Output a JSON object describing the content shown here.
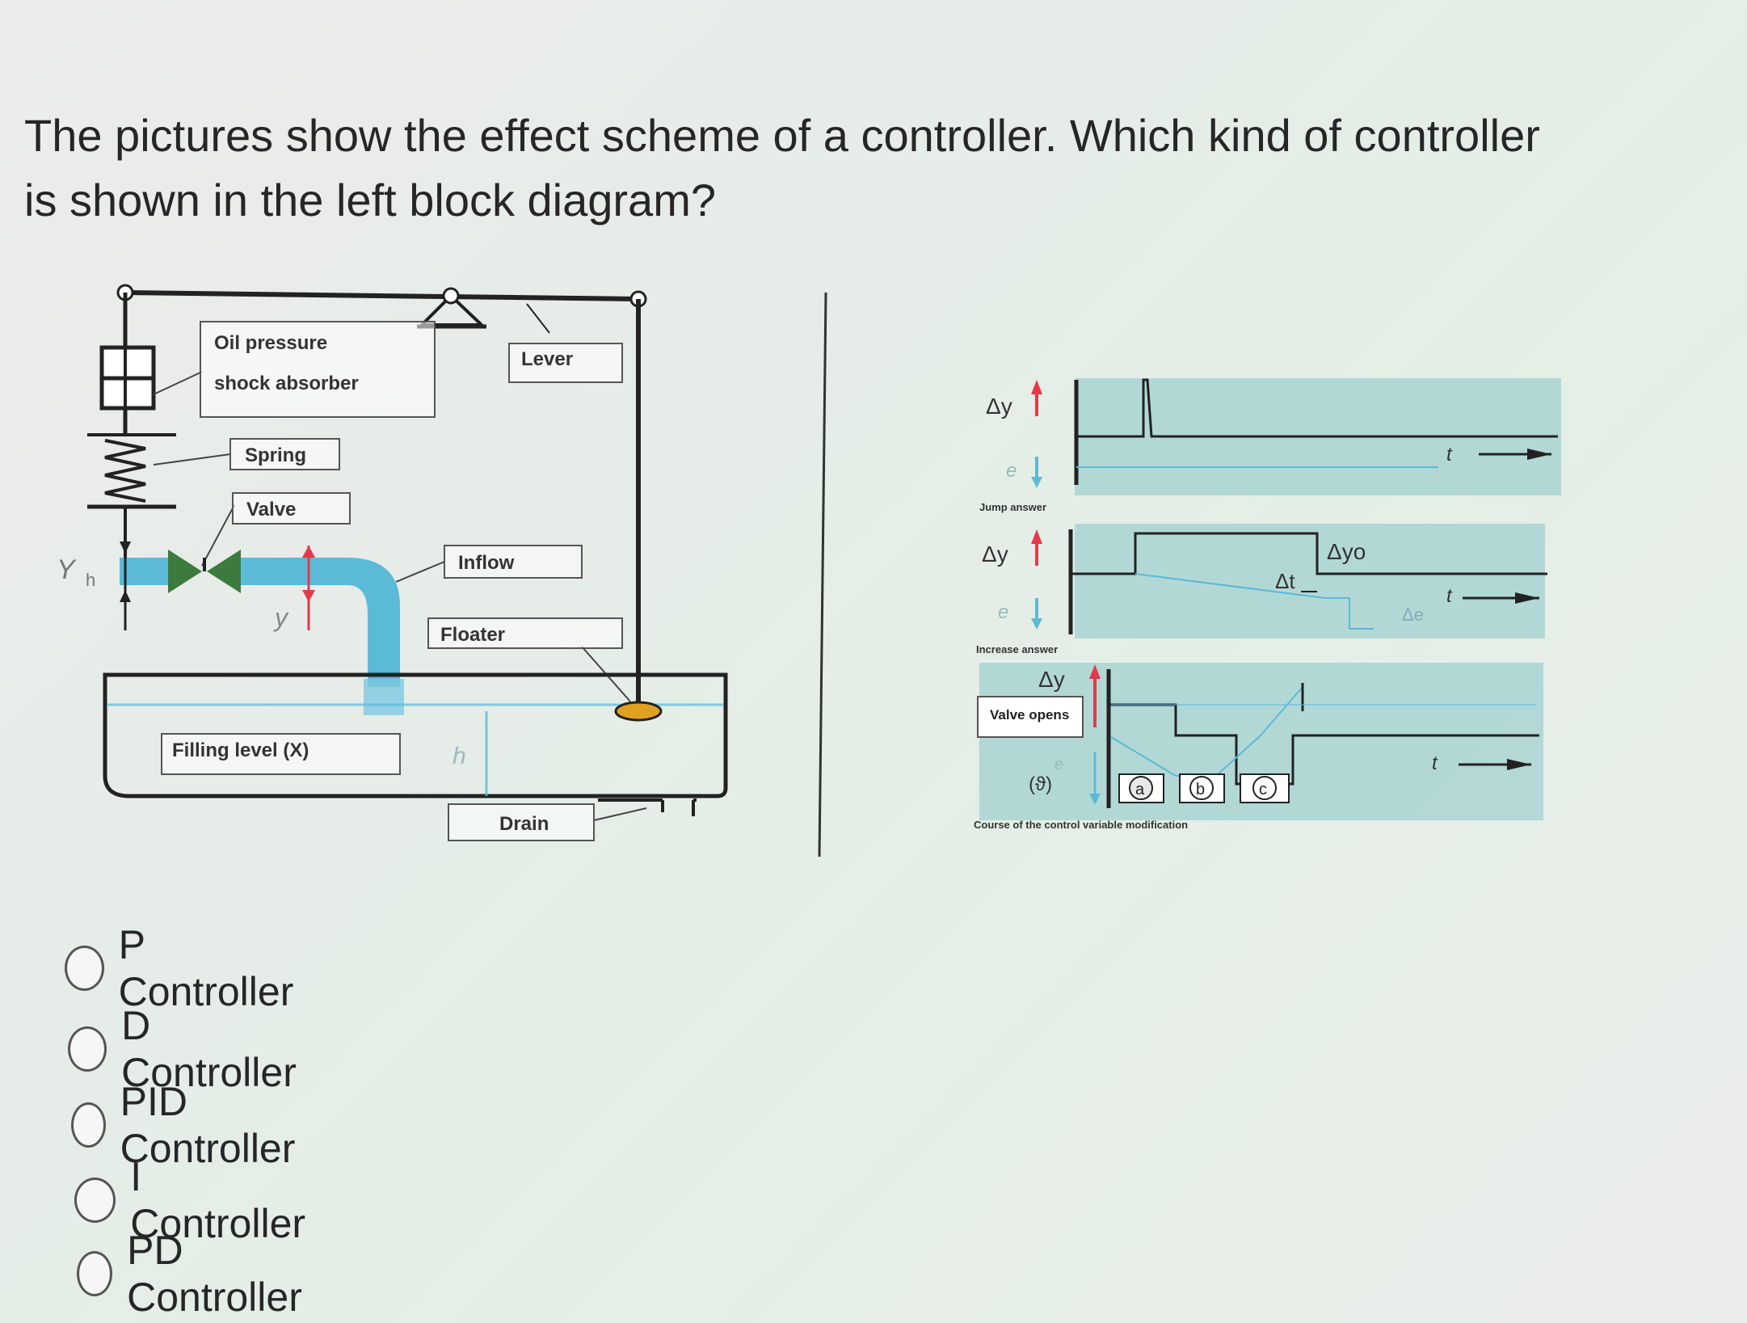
{
  "question": {
    "text": "The pictures show the effect scheme of a controller. Which kind of controller is shown in the left block diagram?"
  },
  "left_diagram": {
    "labels": {
      "oil_pressure_line1": "Oil pressure",
      "oil_pressure_line2": "shock absorber",
      "lever": "Lever",
      "spring": "Spring",
      "valve": "Valve",
      "inflow": "Inflow",
      "floater": "Floater",
      "filling_level": "Filling level (X)",
      "drain": "Drain",
      "yh": "Y",
      "yh_sub": "h",
      "y": "y",
      "h": "h"
    }
  },
  "right_diagram": {
    "panel1": {
      "dy": "Δy",
      "e": "e",
      "caption": "Jump answer",
      "t": "t"
    },
    "panel2": {
      "dy": "Δy",
      "e": "e",
      "caption": "Increase answer",
      "dyo": "Δyo",
      "dt": "Δt",
      "de": "Δe",
      "t": "t"
    },
    "panel3": {
      "dy": "Δy",
      "valve_opens": "Valve opens",
      "e": "e",
      "theta": "(ϑ)",
      "a": "a",
      "b": "b",
      "c": "c",
      "t": "t",
      "caption": "Course of the control variable modification"
    }
  },
  "options": [
    {
      "label": "P Controller"
    },
    {
      "label": "D Controller"
    },
    {
      "label": "PID Controller"
    },
    {
      "label": "I Controller"
    },
    {
      "label": "PD Controller"
    }
  ],
  "colors": {
    "pipe": "#5bbad6",
    "valve": "#3d7a3d",
    "red_arrow": "#e23a4a",
    "floater": "#e0a020",
    "panel_bg": "#a9d4d2"
  }
}
